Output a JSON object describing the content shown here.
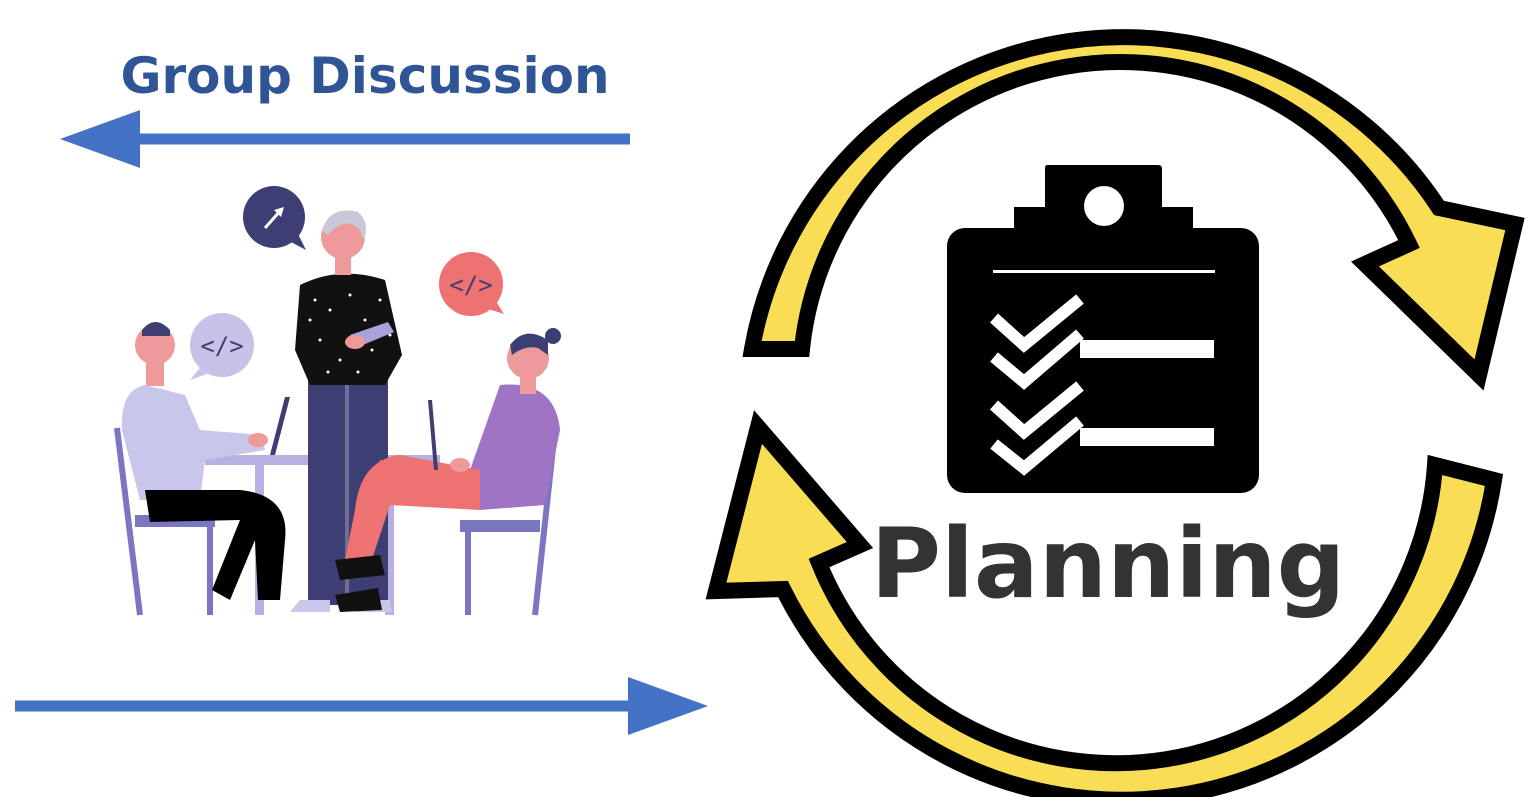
{
  "diagram": {
    "title": "Group Discussion",
    "center_label": "Planning",
    "colors": {
      "title": "#2F5597",
      "arrow_blue": "#4472C4",
      "cycle_fill": "#F9DE55",
      "cycle_outline": "#000000",
      "clipboard": "#000000",
      "planning_text": "#333333",
      "bubble_navy": "#3D3F74",
      "bubble_lavender": "#C9C1E8",
      "bubble_coral": "#EF7272"
    },
    "icons": [
      "clipboard-checklist-icon",
      "code-bubble-icon",
      "growth-arrow-bubble-icon"
    ],
    "illustration": "team-meeting-illustration"
  }
}
